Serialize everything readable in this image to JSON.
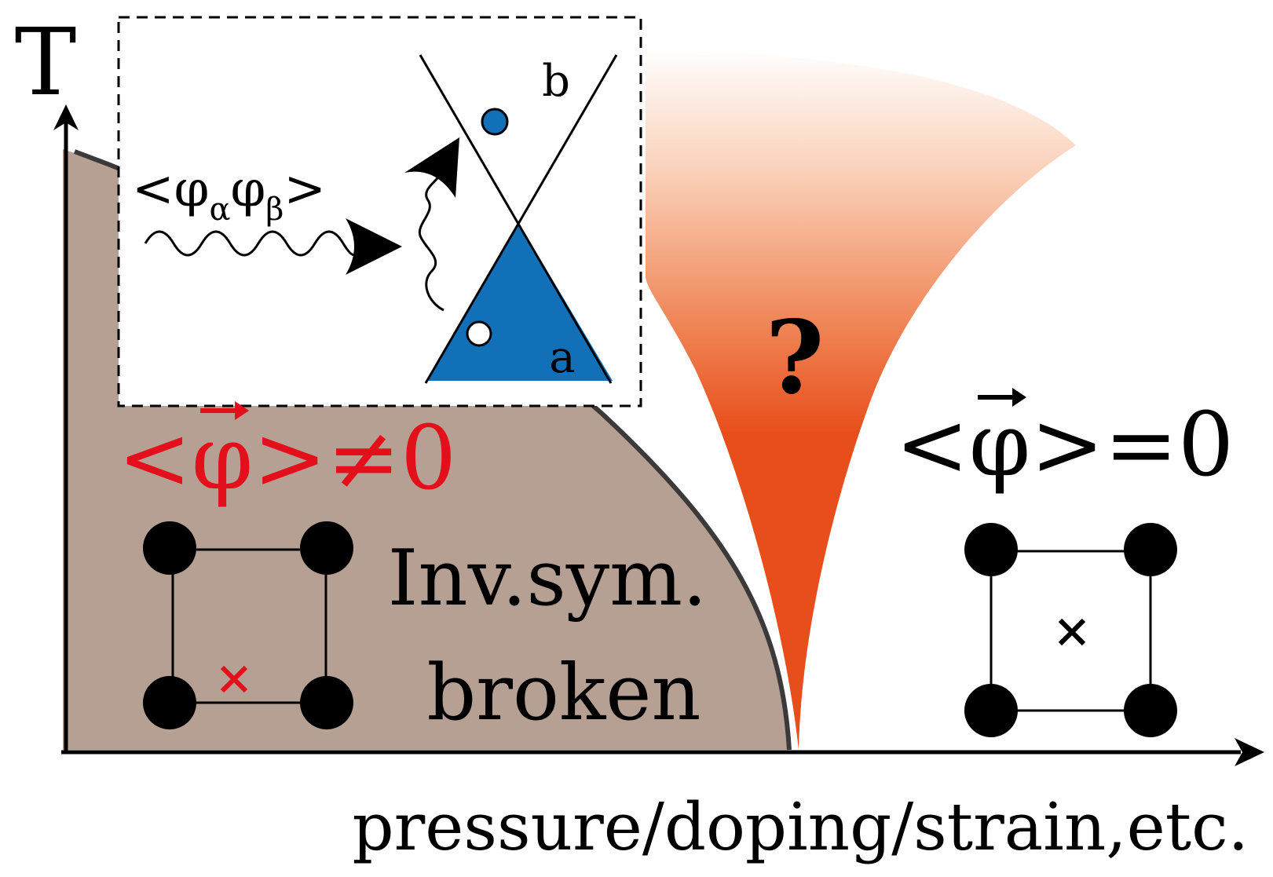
{
  "axes": {
    "y_label": "T",
    "x_label": "pressure/doping/strain,etc."
  },
  "broken_phase": {
    "order_parameter": "<φ>≠0",
    "label_line1": "Inv.sym.",
    "label_line2": "broken"
  },
  "symmetric_phase": {
    "order_parameter": "<φ>=0"
  },
  "critical_region": {
    "label": "?"
  },
  "inset": {
    "correlator_prefix": "<φ",
    "correlator_sub1": "α",
    "correlator_mid": "φ",
    "correlator_sub2": "β",
    "correlator_suffix": ">",
    "upper_band": "b",
    "lower_band": "a"
  },
  "colors": {
    "broken_fill": "#b5a093",
    "fluctuation": "#e84e1b",
    "band_fill": "#1170b8",
    "order_red": "#e3101b",
    "ink": "#000000"
  }
}
